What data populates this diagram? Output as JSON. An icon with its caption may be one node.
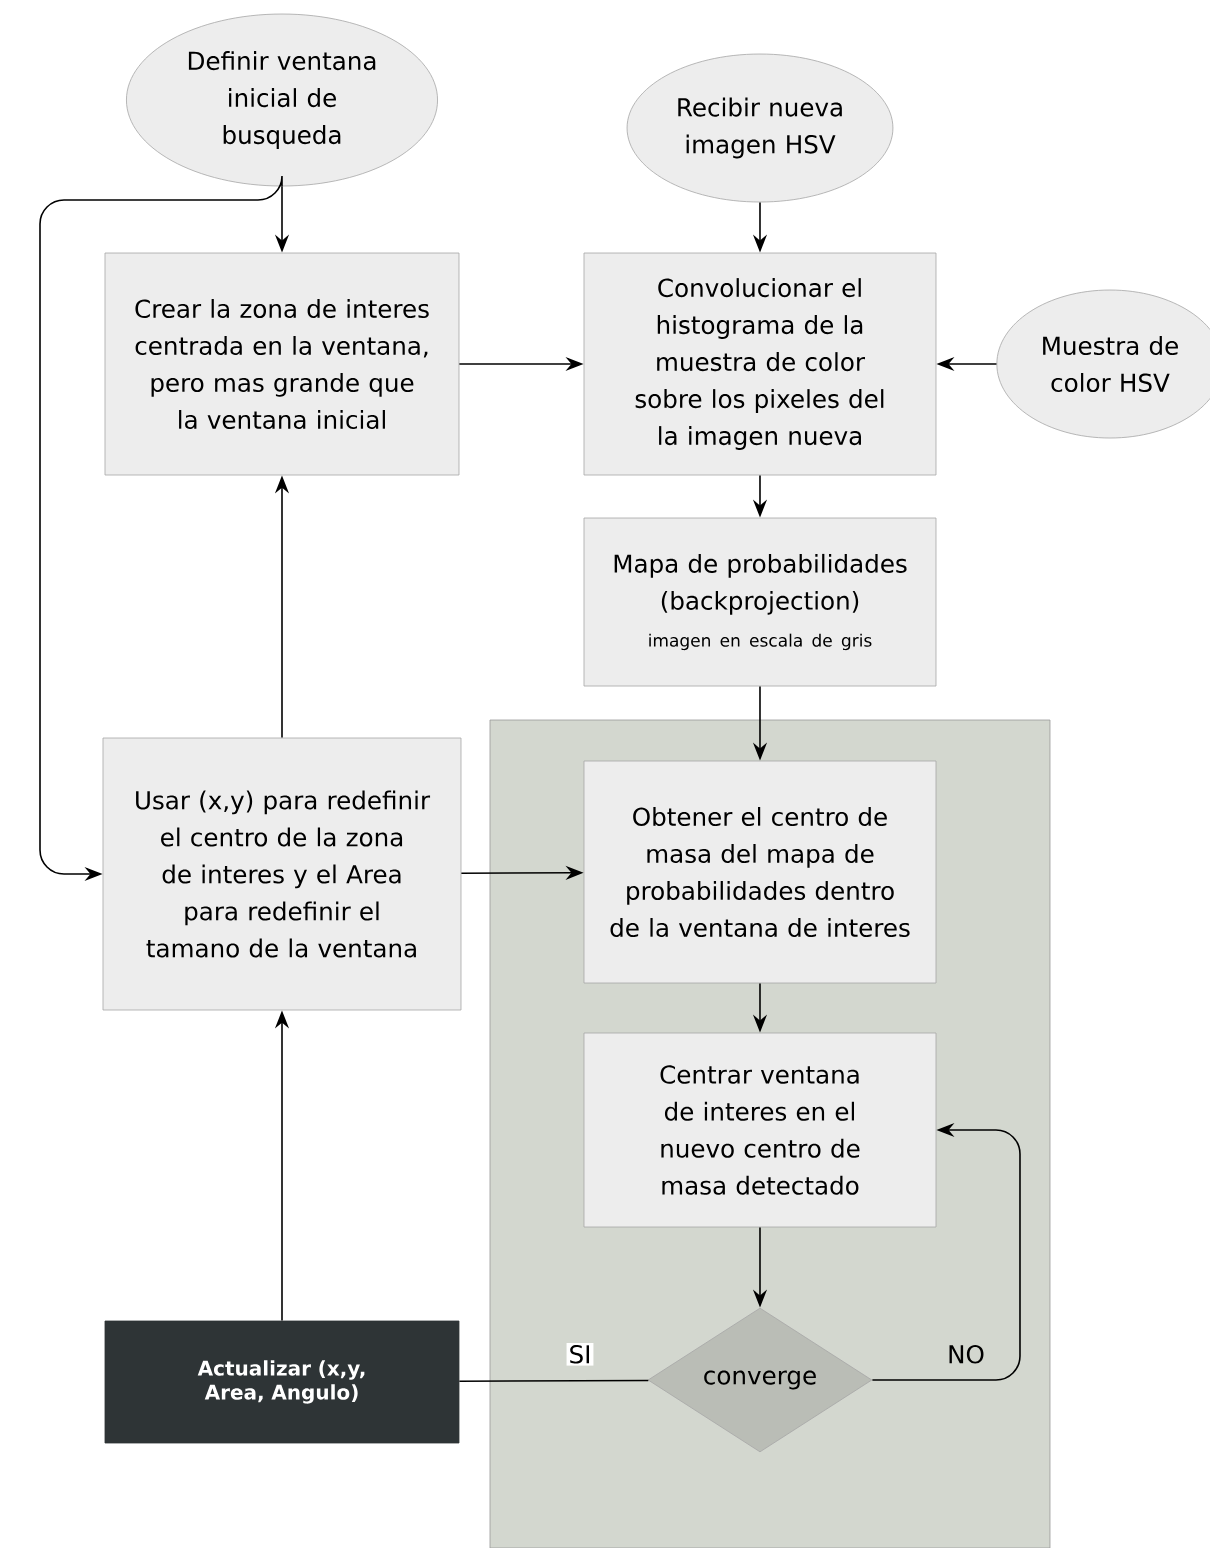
{
  "diagram": {
    "nodes": [
      {
        "text": [
          "Definir ventana inicial de busqueda"
        ]
      },
      {
        "text": [
          "Recibir nueva imagen HSV"
        ]
      },
      {
        "text": [
          "Crear la zona de interes centrada en la ventana, pero mas grande que la ventana inicial"
        ]
      },
      {
        "text": [
          "Convolucionar el histograma de la muestra de color sobre los pixeles del la imagen nueva"
        ]
      },
      {
        "text": [
          "Muestra de color HSV"
        ]
      },
      {
        "text": [
          "Mapa de probabilidades (backprojection)",
          "imagen en escala de gris"
        ]
      },
      {
        "text": [
          "Usar (x,y) para redefinir el centro de la zona de interes y el Area para redefinir el tamano de la ventana"
        ]
      },
      {
        "text": [],
        "shape": "box"
      },
      {
        "text": [
          "Obtener el centro de masa del mapa de probabilidades dentro de la ventana de interes"
        ],
        "in": 7
      },
      {
        "text": [
          "Centrar ventana de interes en el nuevo centro de masa detectado"
        ],
        "in": 7
      },
      {
        "text": [
          "Actualizar (x,y, Area, Angulo)"
        ]
      },
      {
        "text": [
          "converge"
        ],
        "in": 7
      }
    ],
    "edges": [
      {
        "from": 0,
        "to": 2,
        "arrow": "to"
      },
      {
        "from": 1,
        "to": 3,
        "arrow": "to"
      },
      {
        "from": 2,
        "to": 3,
        "arrow": "to"
      },
      {
        "from": 4,
        "to": 3,
        "arrow": "to"
      },
      {
        "from": 3,
        "to": 5,
        "arrow": "to"
      },
      {
        "from": 5,
        "to": 8,
        "arrow": "to"
      },
      {
        "from": 6,
        "to": 2,
        "arrow": "to"
      },
      {
        "from": 0,
        "to": 6,
        "arrow": "to"
      },
      {
        "from": 6,
        "to": 8,
        "arrow": "to"
      },
      {
        "from": 8,
        "to": 9,
        "arrow": "to"
      },
      {
        "from": 9,
        "to": 11,
        "arrow": "to"
      },
      {
        "from": 11,
        "to": 10,
        "arrow": "none",
        "label": "SI"
      },
      {
        "from": 11,
        "to": 9,
        "arrow": "to",
        "label": "NO"
      },
      {
        "from": 10,
        "to": 6,
        "arrow": "to"
      }
    ]
  }
}
